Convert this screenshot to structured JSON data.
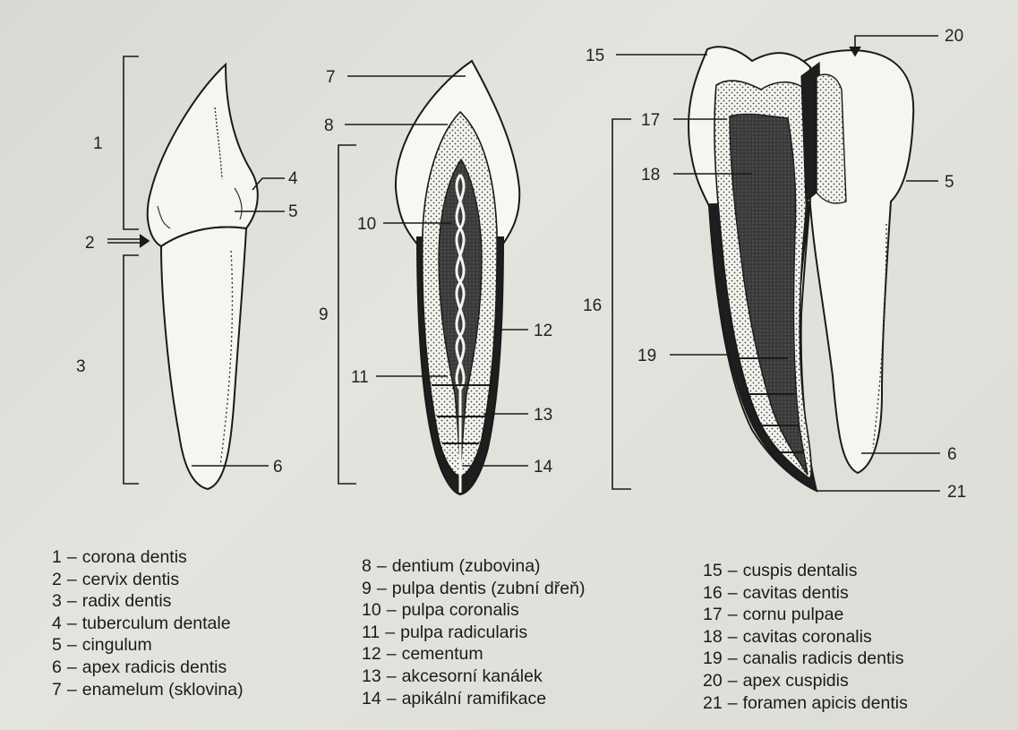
{
  "figure": {
    "numbers": {
      "n1": "1",
      "n2": "2",
      "n3": "3",
      "n4": "4",
      "n5": "5",
      "n6": "6",
      "n7": "7",
      "n8": "8",
      "n9": "9",
      "n10": "10",
      "n11": "11",
      "n12": "12",
      "n13": "13",
      "n14": "14",
      "n15": "15",
      "n16": "16",
      "n17": "17",
      "n18": "18",
      "n19": "19",
      "n20": "20",
      "n21": "21",
      "n5b": "5",
      "n6b": "6"
    }
  },
  "legend": {
    "col1": [
      {
        "num": "1",
        "dash": "–",
        "text": "corona dentis"
      },
      {
        "num": "2",
        "dash": "–",
        "text": "cervix dentis"
      },
      {
        "num": "3",
        "dash": "–",
        "text": "radix dentis"
      },
      {
        "num": "4",
        "dash": "–",
        "text": "tuberculum dentale"
      },
      {
        "num": "5",
        "dash": "–",
        "text": "cingulum"
      },
      {
        "num": "6",
        "dash": "–",
        "text": "apex radicis dentis"
      },
      {
        "num": "7",
        "dash": "–",
        "text": "enamelum (sklovina)"
      }
    ],
    "col2": [
      {
        "num": "8",
        "dash": "–",
        "text": "dentium (zubovina)"
      },
      {
        "num": "9",
        "dash": "–",
        "text": "pulpa dentis (zubní dřeň)"
      },
      {
        "num": "10",
        "dash": "–",
        "text": "pulpa coronalis"
      },
      {
        "num": "11",
        "dash": "–",
        "text": "pulpa radicularis"
      },
      {
        "num": "12",
        "dash": "–",
        "text": "cementum"
      },
      {
        "num": "13",
        "dash": "–",
        "text": "akcesorní kanálek"
      },
      {
        "num": "14",
        "dash": "–",
        "text": "apikální ramifikace"
      }
    ],
    "col3": [
      {
        "num": "15",
        "dash": "–",
        "text": "cuspis dentalis"
      },
      {
        "num": "16",
        "dash": "–",
        "text": "cavitas dentis"
      },
      {
        "num": "17",
        "dash": "–",
        "text": "cornu pulpae"
      },
      {
        "num": "18",
        "dash": "–",
        "text": "cavitas coronalis"
      },
      {
        "num": "19",
        "dash": "–",
        "text": "canalis radicis dentis"
      },
      {
        "num": "20",
        "dash": "–",
        "text": "apex cuspidis"
      },
      {
        "num": "21",
        "dash": "–",
        "text": "foramen apicis dentis"
      }
    ]
  }
}
